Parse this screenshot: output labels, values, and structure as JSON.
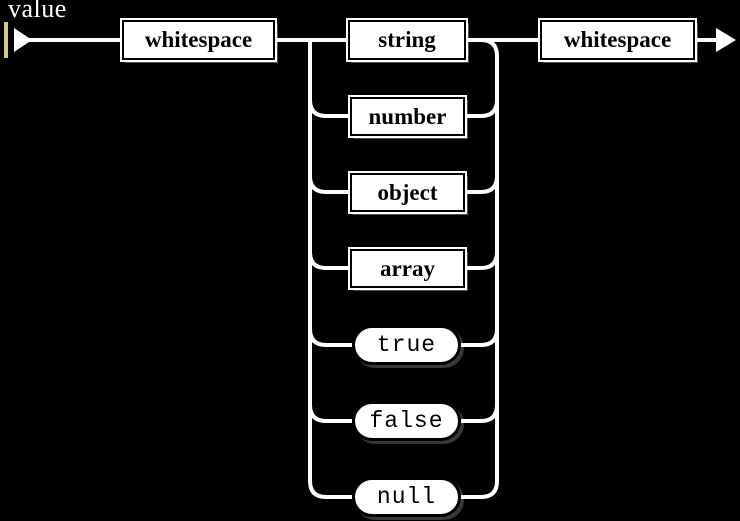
{
  "diagram": {
    "title": "value",
    "type": "railroad-syntax-diagram",
    "colors": {
      "background": "#000000",
      "rail": "#ffffff",
      "node_fill": "#ffffff",
      "node_text": "#000000",
      "title_text": "#ffffff"
    },
    "entry_arrow": "arrow-right-icon",
    "exit_arrow": "arrow-right-icon",
    "prefix": {
      "label": "whitespace",
      "kind": "nonterminal"
    },
    "suffix": {
      "label": "whitespace",
      "kind": "nonterminal"
    },
    "alternatives": [
      {
        "label": "string",
        "kind": "nonterminal"
      },
      {
        "label": "number",
        "kind": "nonterminal"
      },
      {
        "label": "object",
        "kind": "nonterminal"
      },
      {
        "label": "array",
        "kind": "nonterminal"
      },
      {
        "label": "true",
        "kind": "terminal"
      },
      {
        "label": "false",
        "kind": "terminal"
      },
      {
        "label": "null",
        "kind": "terminal"
      }
    ]
  }
}
